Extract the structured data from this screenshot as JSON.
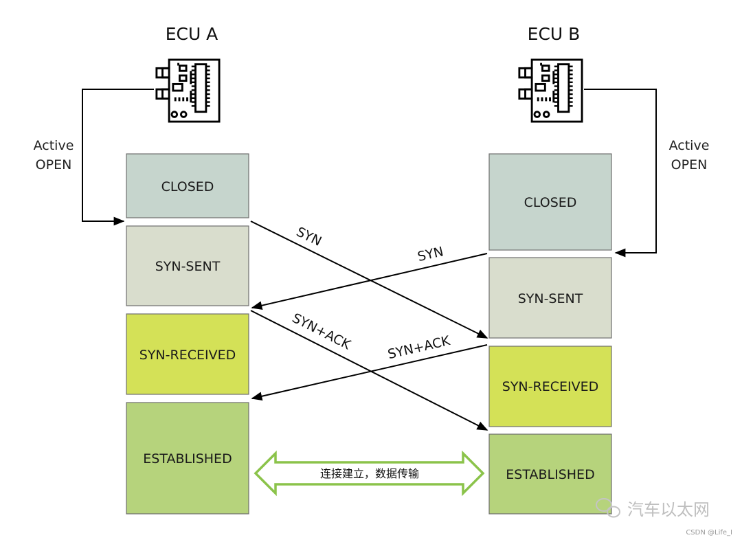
{
  "colors": {
    "closed": "#c6d5cd",
    "syn_sent": "#d9ddcd",
    "syn_received": "#d4e157",
    "established": "#b6d37c",
    "banner_outline": "#8bc34a",
    "arrow": "#000000"
  },
  "ecu_a": {
    "title": "ECU A",
    "icon": "circuit-board-icon",
    "side_label_1": "Active",
    "side_label_2": "OPEN",
    "states": [
      "CLOSED",
      "SYN-SENT",
      "SYN-RECEIVED",
      "ESTABLISHED"
    ]
  },
  "ecu_b": {
    "title": "ECU B",
    "icon": "circuit-board-icon",
    "side_label_1": "Active",
    "side_label_2": "OPEN",
    "states": [
      "CLOSED",
      "SYN-SENT",
      "SYN-RECEIVED",
      "ESTABLISHED"
    ]
  },
  "messages": {
    "syn_a_to_b": "SYN",
    "syn_b_to_a": "SYN",
    "synack_a_to_b": "SYN+ACK",
    "synack_b_to_a": "SYN+ACK"
  },
  "banner": {
    "text": "连接建立，数据传输"
  },
  "watermark": {
    "text": "汽车以太网",
    "icon": "wechat-icon"
  },
  "credit": {
    "text": "CSDN @Life_I"
  }
}
